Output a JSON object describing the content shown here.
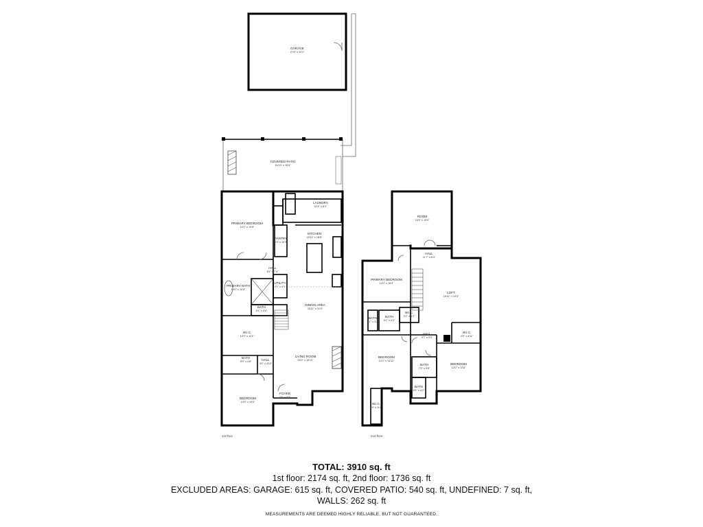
{
  "rooms": {
    "garage": {
      "name": "GARAGE",
      "dim": "27'8\" x 22'2\""
    },
    "covered_patio": {
      "name": "COVERED PATIO",
      "dim": "34'10\" x 15'6\""
    },
    "primary_bedroom_1": {
      "name": "PRIMARY BEDROOM",
      "dim": "14'2\" x 19'8\""
    },
    "laundry": {
      "name": "LAUNDRY",
      "dim": "11'6\" x 8'4\""
    },
    "kitchen": {
      "name": "KITCHEN",
      "dim": "15'11\" x 18'8\""
    },
    "pantry": {
      "name": "PANTRY",
      "dim": "5'3\" x 10'3\""
    },
    "hall_1": {
      "name": "HALL",
      "dim": "8'1\" x 7'4\""
    },
    "utility": {
      "name": "UTILITY",
      "dim": "4'1\" x 4'1\""
    },
    "primary_bath": {
      "name": "PRIMARY BATH",
      "dim": "14'0\" x 10'5\""
    },
    "bath_1": {
      "name": "BATH",
      "dim": "6'1\" x 3'0\""
    },
    "dining": {
      "name": "DINING AREA",
      "dim": "15'11\" x 11'5\""
    },
    "wic_1": {
      "name": "W.I.C.",
      "dim": "14'0\" x 11'1\""
    },
    "living": {
      "name": "LIVING ROOM",
      "dim": "20'2\" x 18'10\""
    },
    "bath_2": {
      "name": "BATH",
      "dim": "5'9\" x 4'8\""
    },
    "hall_2": {
      "name": "HALL",
      "dim": "3'0\" x 4'10\""
    },
    "foyer": {
      "name": "FOYER",
      "dim": "7'0\" x 5'3\""
    },
    "bedroom_1": {
      "name": "BEDROOM",
      "dim": "14'0\" x 13'0\""
    },
    "room": {
      "name": "ROOM",
      "dim": "16'9\" x 15'9\""
    },
    "hall_3": {
      "name": "HALL",
      "dim": "11'7\" x 6'4\""
    },
    "primary_bedroom_2": {
      "name": "PRIMARY BEDROOM",
      "dim": "14'0\" x 16'9\""
    },
    "loft": {
      "name": "LOFT",
      "dim": "15'11\" x 19'0\""
    },
    "bath_3": {
      "name": "BATH",
      "dim": "5'1\" x 4'2\""
    },
    "bath_4": {
      "name": "BATH",
      "dim": "5'1\" x 4'2\""
    },
    "wic_2": {
      "name": "W.I.C.",
      "dim": "5'1\" x 4'2\""
    },
    "hall_4": {
      "name": "HALL",
      "dim": "9'7\" x 9'0\""
    },
    "wic_3": {
      "name": "W.I.C.",
      "dim": "4'9\" x 4'11\""
    },
    "bedroom_2": {
      "name": "BEDROOM",
      "dim": "14'2\" x 14'11\""
    },
    "bedroom_3": {
      "name": "BEDROOM",
      "dim": "12'0\" x 13'8\""
    },
    "bath_5": {
      "name": "BATH",
      "dim": "7'5\" x 5'8\""
    },
    "bath_6": {
      "name": "BATH",
      "dim": "5'1\" x 4'2\""
    },
    "wic_4": {
      "name": "W.I.C.",
      "dim": "7'9\" x 11'6\""
    }
  },
  "floors": {
    "first": "1st floor",
    "second": "2nd floor"
  },
  "summary": {
    "total": "TOTAL: 3910 sq. ft",
    "floors_line": "1st floor: 2174 sq. ft, 2nd floor: 1736 sq. ft",
    "excluded_line": "EXCLUDED AREAS: GARAGE: 615 sq. ft, COVERED PATIO: 540 sq. ft, UNDEFINED: 7 sq. ft,",
    "walls_line": "WALLS: 262 sq. ft",
    "disclaimer": "MEASUREMENTS ARE DEEMED HIGHLY RELIABLE, BUT NOT GUARANTEED."
  }
}
